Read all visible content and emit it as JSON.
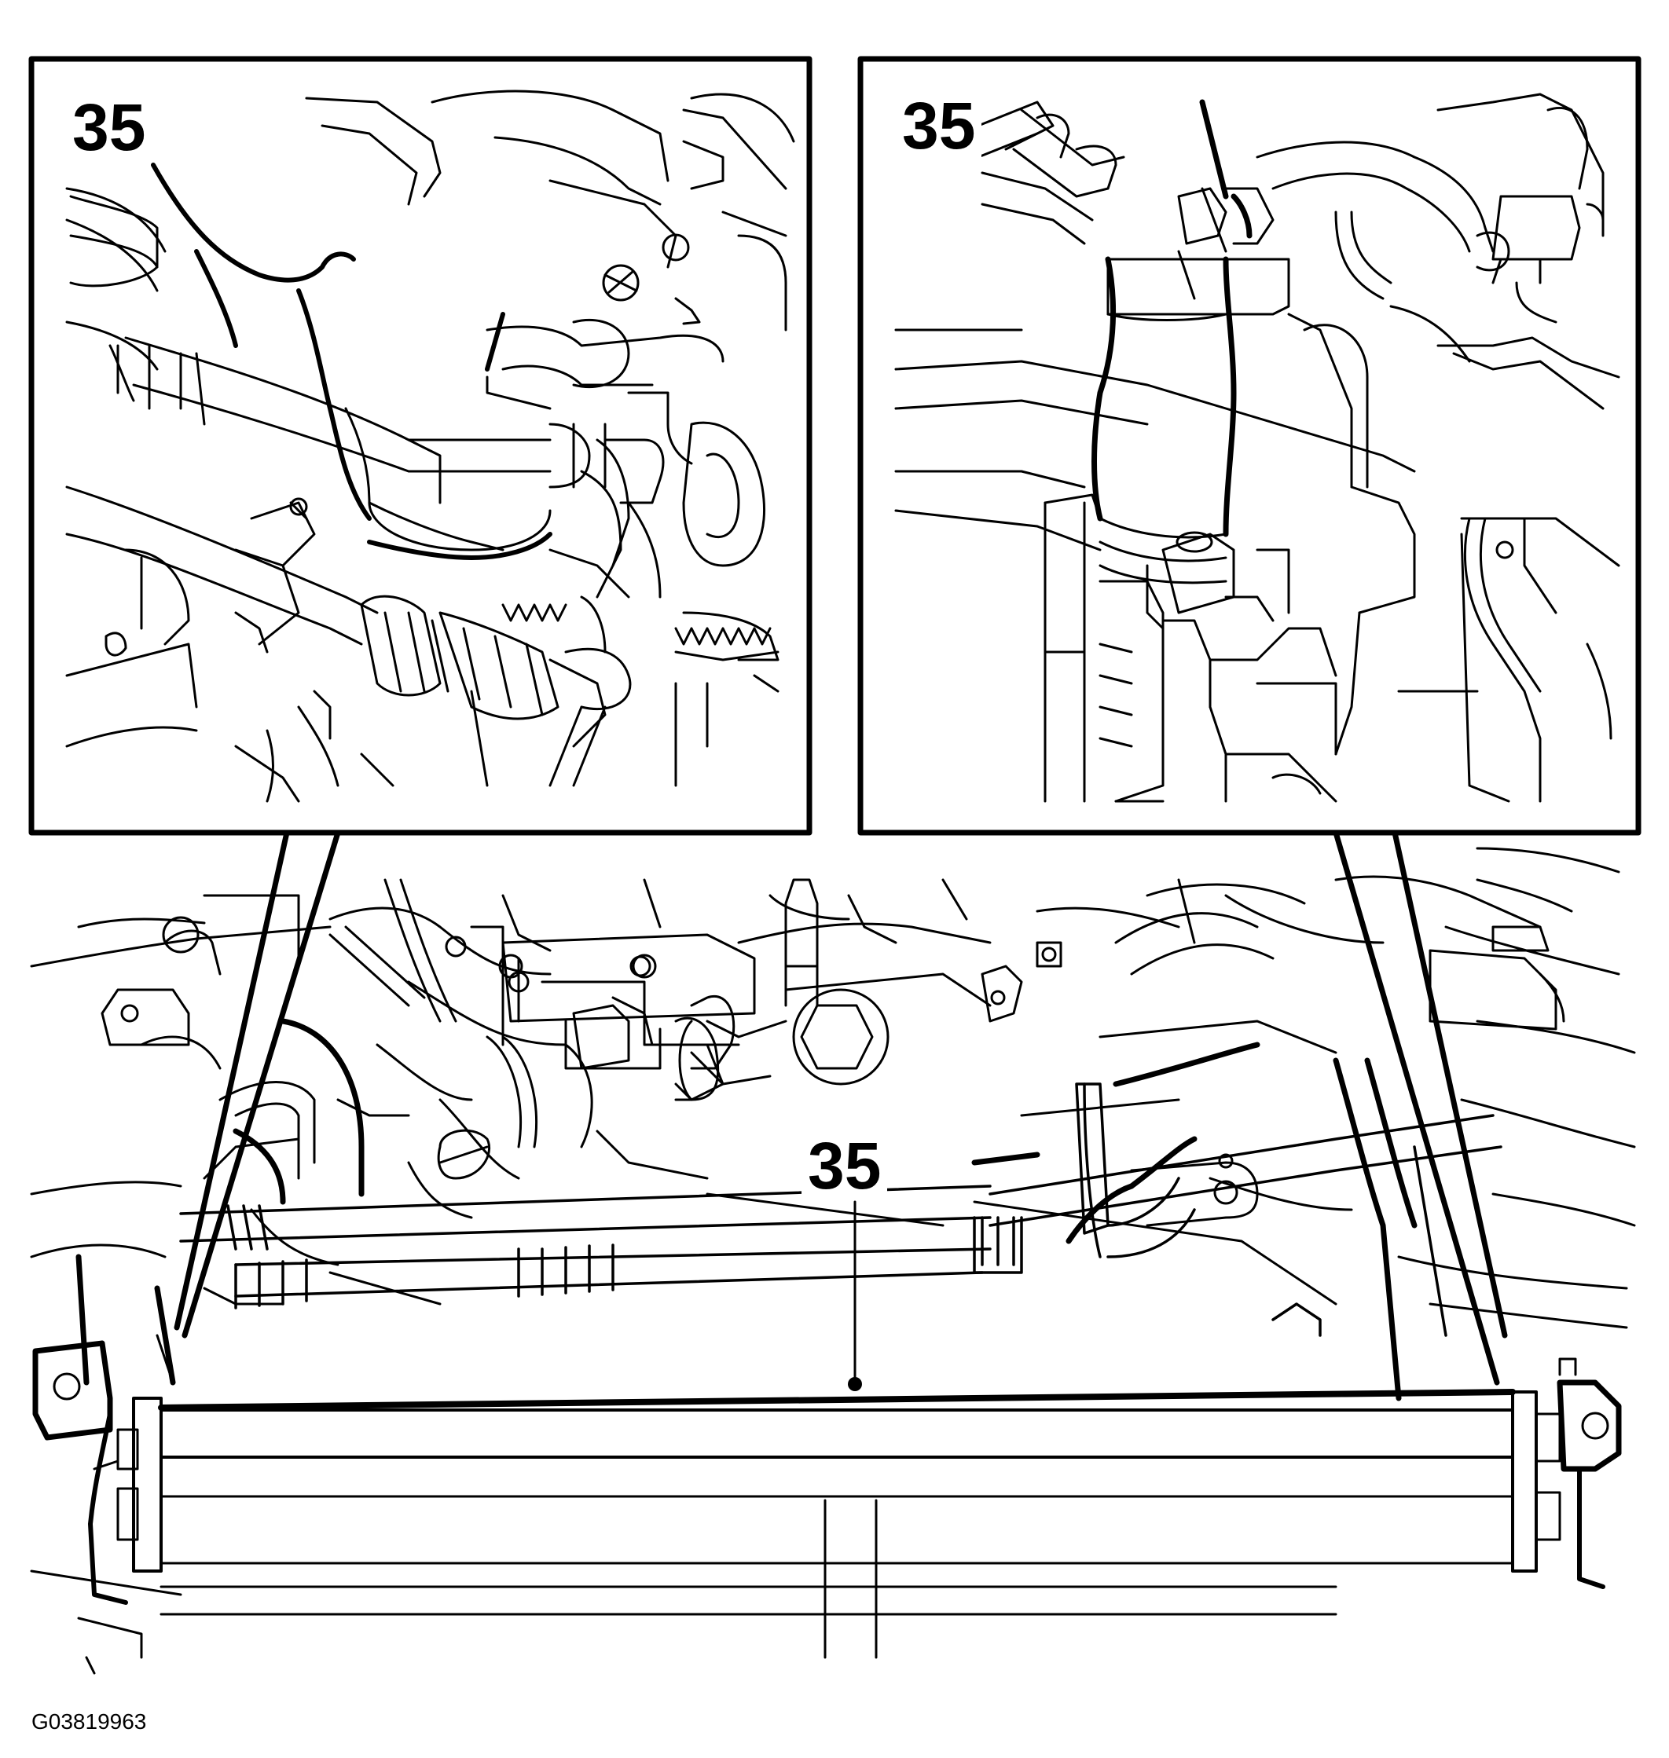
{
  "figure": {
    "code": "G03819963",
    "callouts": {
      "left_panel": "35",
      "right_panel": "35",
      "main_view": "35"
    }
  },
  "style": {
    "line_color": "#000000",
    "background": "#ffffff"
  }
}
